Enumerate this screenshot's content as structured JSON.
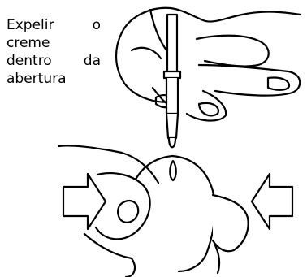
{
  "caption": {
    "line1": {
      "a": "Expelir",
      "b": "o"
    },
    "line2": "creme",
    "line3": {
      "a": "dentro",
      "b": "da"
    },
    "line4": "abertura"
  },
  "colors": {
    "stroke": "#000000",
    "fill": "#ffffff"
  }
}
